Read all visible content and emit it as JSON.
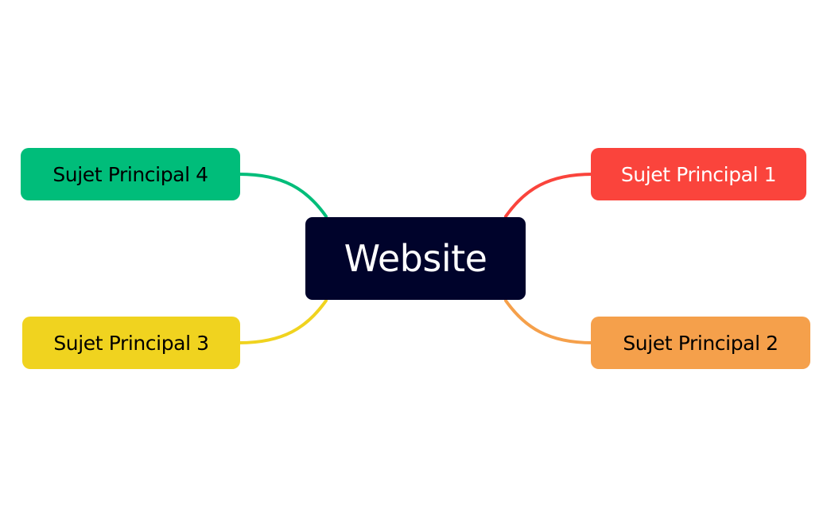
{
  "central": {
    "label": "Website",
    "color": "#00032b",
    "text_color": "#ffffff"
  },
  "topics": [
    {
      "label": "Sujet Principal 1",
      "color": "#fa443c",
      "text_color": "#ffffff"
    },
    {
      "label": "Sujet Principal 2",
      "color": "#f5a04b",
      "text_color": "#000000"
    },
    {
      "label": "Sujet Principal 3",
      "color": "#f0d31f",
      "text_color": "#000000"
    },
    {
      "label": "Sujet Principal 4",
      "color": "#00bd7a",
      "text_color": "#000000"
    }
  ]
}
